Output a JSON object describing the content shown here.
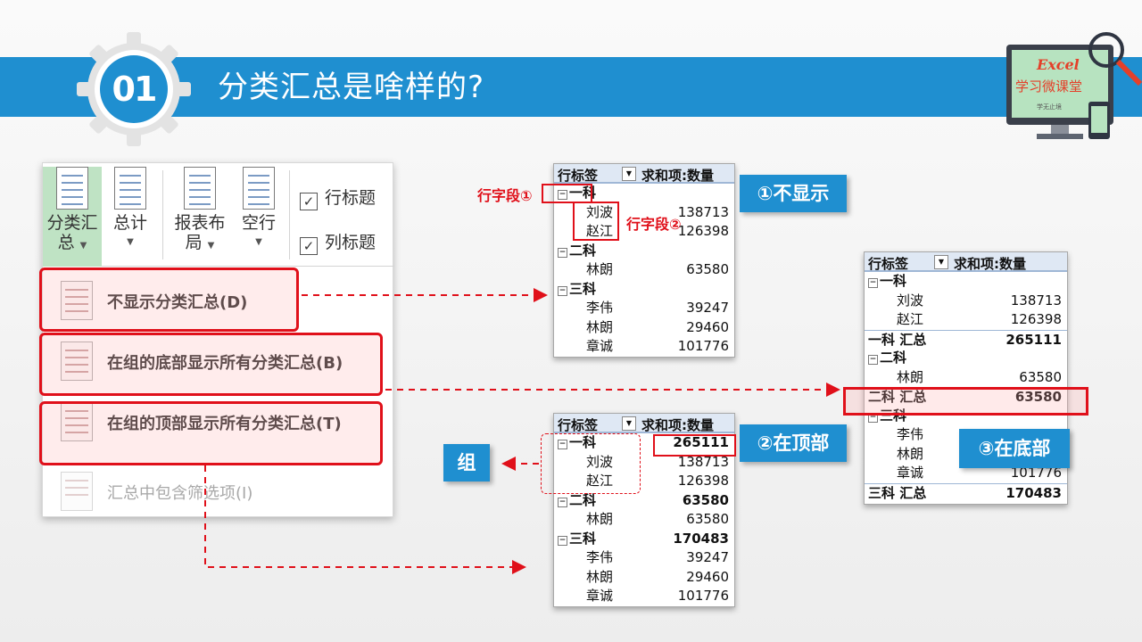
{
  "header": {
    "number": "01",
    "title": "分类汇总是啥样的?"
  },
  "logo": {
    "line1": "Excel",
    "line2": "学习微课堂",
    "line3": "学无止境"
  },
  "ribbon": {
    "buttons": [
      {
        "label_1": "分类汇",
        "label_2": "总"
      },
      {
        "label_1": "总计",
        "label_2": ""
      },
      {
        "label_1": "报表布",
        "label_2": "局"
      },
      {
        "label_1": "空行",
        "label_2": ""
      }
    ],
    "checkboxes": [
      "行标题",
      "列标题"
    ],
    "menu": [
      "不显示分类汇总(D)",
      "在组的底部显示所有分类汇总(B)",
      "在组的顶部显示所有分类汇总(T)",
      "汇总中包含筛选项(I)"
    ]
  },
  "pivot": {
    "col1": "行标签",
    "col2": "求和项:数量",
    "table1": [
      {
        "t": "g",
        "k": "一科"
      },
      {
        "t": "i",
        "k": "刘波",
        "v": "138713"
      },
      {
        "t": "i",
        "k": "赵江",
        "v": "126398"
      },
      {
        "t": "g",
        "k": "二科"
      },
      {
        "t": "i",
        "k": "林朗",
        "v": "63580"
      },
      {
        "t": "g",
        "k": "三科"
      },
      {
        "t": "i",
        "k": "李伟",
        "v": "39247"
      },
      {
        "t": "i",
        "k": "林朗",
        "v": "29460"
      },
      {
        "t": "i",
        "k": "章诚",
        "v": "101776"
      }
    ],
    "table2": [
      {
        "t": "g",
        "k": "一科",
        "v": "265111"
      },
      {
        "t": "i",
        "k": "刘波",
        "v": "138713"
      },
      {
        "t": "i",
        "k": "赵江",
        "v": "126398"
      },
      {
        "t": "g",
        "k": "二科",
        "v": "63580"
      },
      {
        "t": "i",
        "k": "林朗",
        "v": "63580"
      },
      {
        "t": "g",
        "k": "三科",
        "v": "170483"
      },
      {
        "t": "i",
        "k": "李伟",
        "v": "39247"
      },
      {
        "t": "i",
        "k": "林朗",
        "v": "29460"
      },
      {
        "t": "i",
        "k": "章诚",
        "v": "101776"
      }
    ],
    "table3": [
      {
        "t": "g",
        "k": "一科"
      },
      {
        "t": "i",
        "k": "刘波",
        "v": "138713"
      },
      {
        "t": "i",
        "k": "赵江",
        "v": "126398"
      },
      {
        "t": "s",
        "k": "一科 汇总",
        "v": "265111"
      },
      {
        "t": "g",
        "k": "二科"
      },
      {
        "t": "i",
        "k": "林朗",
        "v": "63580"
      },
      {
        "t": "s",
        "k": "二科 汇总",
        "v": "63580"
      },
      {
        "t": "g",
        "k": "三科"
      },
      {
        "t": "i",
        "k": "李伟",
        "v": ""
      },
      {
        "t": "i",
        "k": "林朗",
        "v": ""
      },
      {
        "t": "i",
        "k": "章诚",
        "v": "101776"
      },
      {
        "t": "s",
        "k": "三科 汇总",
        "v": "170483"
      }
    ]
  },
  "labels": {
    "no_show": "①不显示",
    "at_top": "②在顶部",
    "at_bottom": "③在底部",
    "group": "组",
    "field1": "行字段①",
    "field2": "行字段②"
  }
}
